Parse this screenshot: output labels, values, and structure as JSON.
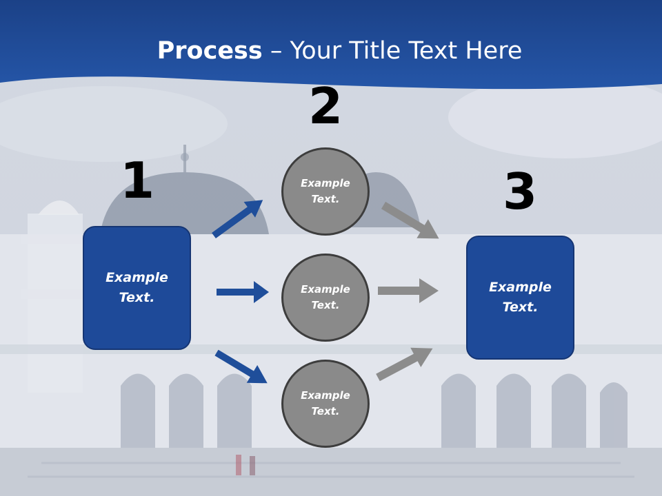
{
  "title": {
    "bold": "Process",
    "rest": " – Your Title Text Here"
  },
  "steps": {
    "one": {
      "number": "1",
      "label": "Example Text."
    },
    "two": {
      "number": "2",
      "circles": [
        {
          "label": "Example Text."
        },
        {
          "label": "Example Text."
        },
        {
          "label": "Example Text."
        }
      ]
    },
    "three": {
      "number": "3",
      "label": "Example Text."
    }
  },
  "colors": {
    "header_blue": "#1f4e9a",
    "box_blue": "#1e4a99",
    "circle_gray": "#8a8a8a",
    "arrow_blue": "#1f4e9a",
    "arrow_gray": "#8c8c8c"
  }
}
